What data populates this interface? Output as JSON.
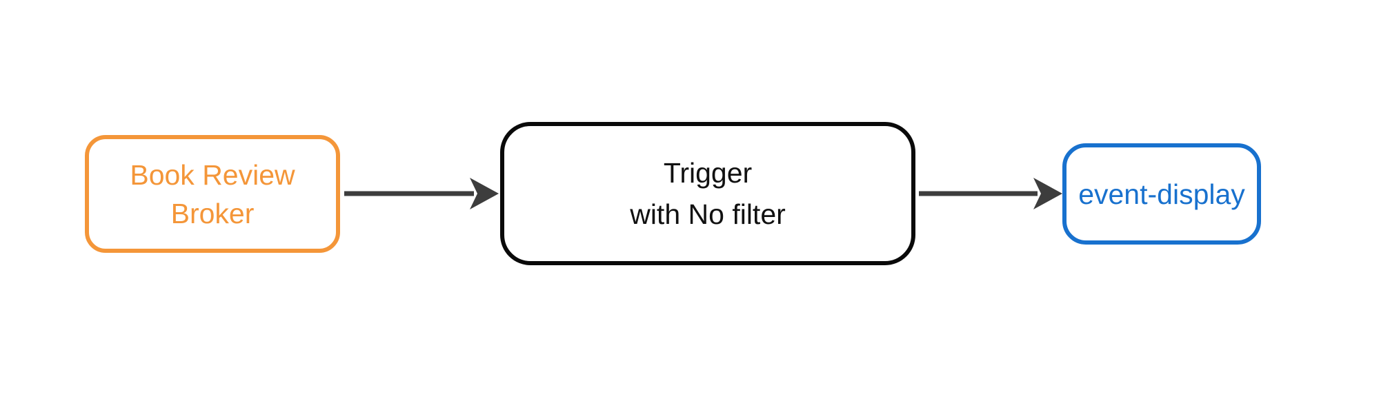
{
  "diagram": {
    "background_color": "#ffffff",
    "nodes": [
      {
        "id": "book-review-broker",
        "lines": [
          "Book Review",
          "Broker"
        ],
        "border_color": "#F49639",
        "text_color": "#F49639"
      },
      {
        "id": "trigger",
        "lines": [
          "Trigger",
          "with No filter"
        ],
        "border_color": "#0a0a0a",
        "text_color": "#111111"
      },
      {
        "id": "event-display",
        "lines": [
          "event-display"
        ],
        "border_color": "#1871CE",
        "text_color": "#1871CE"
      }
    ],
    "edges": [
      {
        "from": "book-review-broker",
        "to": "trigger",
        "color": "#3D3D3D"
      },
      {
        "from": "trigger",
        "to": "event-display",
        "color": "#3D3D3D"
      }
    ]
  }
}
